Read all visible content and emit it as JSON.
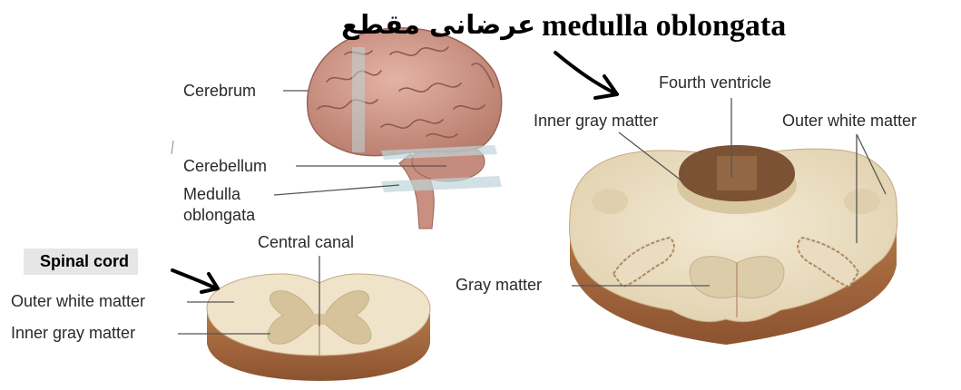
{
  "titles": {
    "persian_caption": "عرضانی مقطع",
    "medulla_title": "medulla oblongata"
  },
  "brain_figure": {
    "cerebrum": "Cerebrum",
    "cerebellum": "Cerebellum",
    "medulla_line1": "Medulla",
    "medulla_line2": "oblongata"
  },
  "spinal_cord_figure": {
    "heading": "Spinal cord",
    "central_canal": "Central canal",
    "outer_white": "Outer white matter",
    "inner_gray": "Inner gray matter"
  },
  "medulla_figure": {
    "fourth_ventricle": "Fourth ventricle",
    "inner_gray": "Inner gray matter",
    "outer_white": "Outer white matter",
    "gray_matter": "Gray matter"
  },
  "colors": {
    "white_matter": "#efe3c9",
    "gray_matter": "#d9c7a2",
    "cut_side": "#a76a3f",
    "brain": "#d19a8a",
    "ventricle": "#7c5234"
  }
}
